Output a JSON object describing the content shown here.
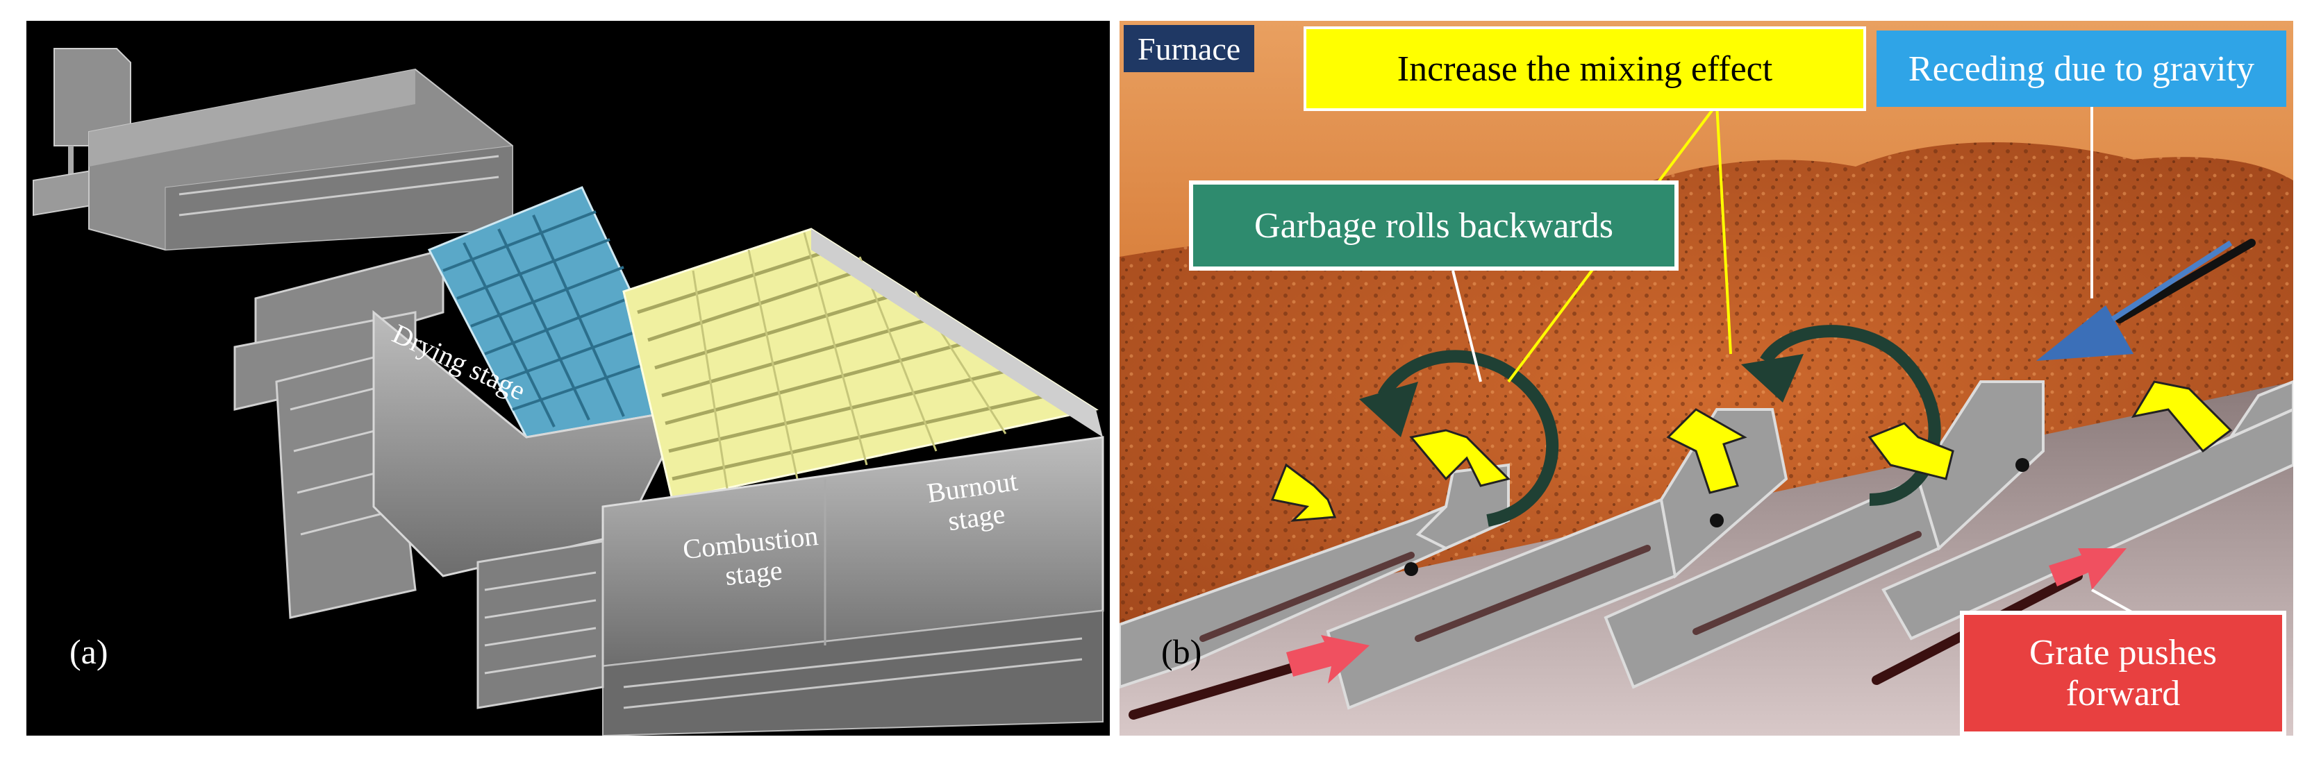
{
  "panel_a": {
    "letter": "(a)",
    "labels": {
      "drying": "Drying stage",
      "combustion": "Combustion stage",
      "burnout": "Burnout stage"
    }
  },
  "panel_b": {
    "letter": "(b)",
    "furnace": "Furnace",
    "mixing": "Increase the mixing effect",
    "receding": "Receding due to gravity",
    "garbage": "Garbage rolls backwards",
    "grate": "Grate pushes forward"
  },
  "colors": {
    "drying_grate": "#5aa8c8",
    "combustion_grate": "#f0f0a0",
    "furnace_badge": "#1f3864",
    "mixing_box": "#ffff00",
    "receding_box": "#2fa4e7",
    "garbage_box": "#2e8b6e",
    "grate_box": "#e84040",
    "arrow_yellow": "#ffff00"
  }
}
